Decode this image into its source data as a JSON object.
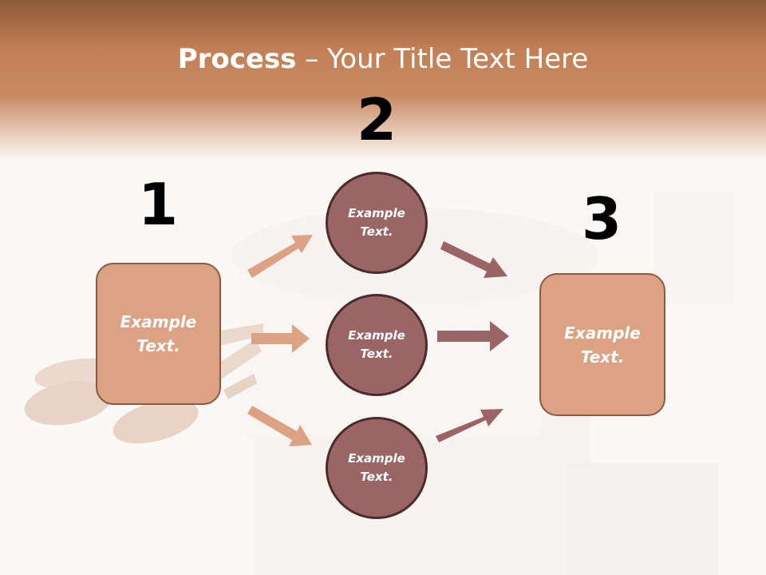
{
  "slide": {
    "title_bold": "Process",
    "title_rest": " – Your Title Text Here"
  },
  "steps": [
    {
      "number": "1",
      "box_text": "Example Text."
    },
    {
      "number": "2",
      "circles": [
        "Example Text.",
        "Example Text.",
        "Example Text."
      ]
    },
    {
      "number": "3",
      "box_text": "Example Text."
    }
  ],
  "colors": {
    "header": "#c98a62",
    "box_fill": "#dca283",
    "circle_fill": "#9b6465",
    "arrow_light": "#dca283",
    "arrow_dark": "#9b6465"
  }
}
